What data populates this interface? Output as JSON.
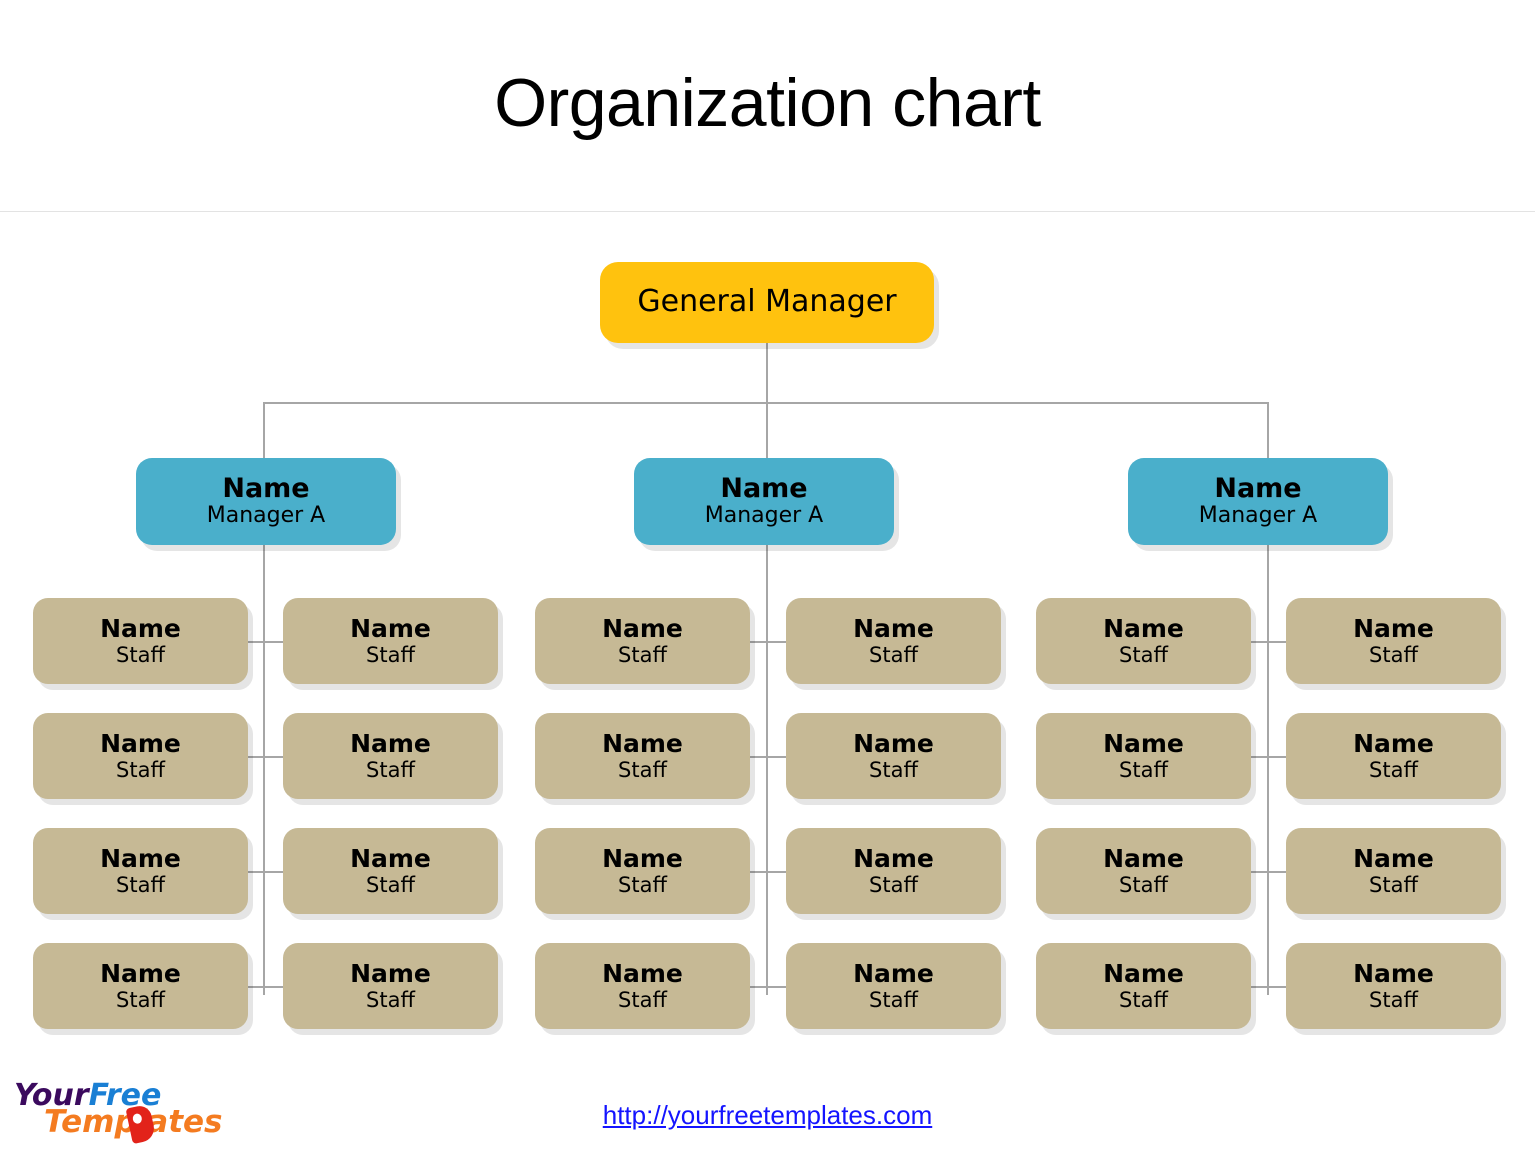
{
  "page": {
    "title": "Organization chart"
  },
  "colors": {
    "general_manager": "#FFC20E",
    "manager": "#4AAFCB",
    "staff": "#C6B995",
    "connector": "#A6A6A6",
    "link": "#1414FF",
    "background": "#FFFFFF"
  },
  "chart_data": {
    "type": "diagram",
    "diagram_type": "organization-chart",
    "title": "Organization chart",
    "root": {
      "label": "General Manager"
    },
    "levels": [
      {
        "level": 1,
        "count": 1,
        "role": "General Manager"
      },
      {
        "level": 2,
        "count": 3,
        "role": "Manager A"
      },
      {
        "level": 3,
        "count": 24,
        "role": "Staff"
      }
    ],
    "branches": [
      {
        "manager": {
          "name": "Name",
          "role": "Manager A"
        },
        "staff": [
          {
            "name": "Name",
            "role": "Staff"
          },
          {
            "name": "Name",
            "role": "Staff"
          },
          {
            "name": "Name",
            "role": "Staff"
          },
          {
            "name": "Name",
            "role": "Staff"
          },
          {
            "name": "Name",
            "role": "Staff"
          },
          {
            "name": "Name",
            "role": "Staff"
          },
          {
            "name": "Name",
            "role": "Staff"
          },
          {
            "name": "Name",
            "role": "Staff"
          }
        ]
      },
      {
        "manager": {
          "name": "Name",
          "role": "Manager A"
        },
        "staff": [
          {
            "name": "Name",
            "role": "Staff"
          },
          {
            "name": "Name",
            "role": "Staff"
          },
          {
            "name": "Name",
            "role": "Staff"
          },
          {
            "name": "Name",
            "role": "Staff"
          },
          {
            "name": "Name",
            "role": "Staff"
          },
          {
            "name": "Name",
            "role": "Staff"
          },
          {
            "name": "Name",
            "role": "Staff"
          },
          {
            "name": "Name",
            "role": "Staff"
          }
        ]
      },
      {
        "manager": {
          "name": "Name",
          "role": "Manager A"
        },
        "staff": [
          {
            "name": "Name",
            "role": "Staff"
          },
          {
            "name": "Name",
            "role": "Staff"
          },
          {
            "name": "Name",
            "role": "Staff"
          },
          {
            "name": "Name",
            "role": "Staff"
          },
          {
            "name": "Name",
            "role": "Staff"
          },
          {
            "name": "Name",
            "role": "Staff"
          },
          {
            "name": "Name",
            "role": "Staff"
          },
          {
            "name": "Name",
            "role": "Staff"
          }
        ]
      }
    ]
  },
  "footer": {
    "url": "http://yourfreetemplates.com",
    "logo": {
      "word1": "Your",
      "word2": "Free",
      "word3": "Templates"
    }
  }
}
